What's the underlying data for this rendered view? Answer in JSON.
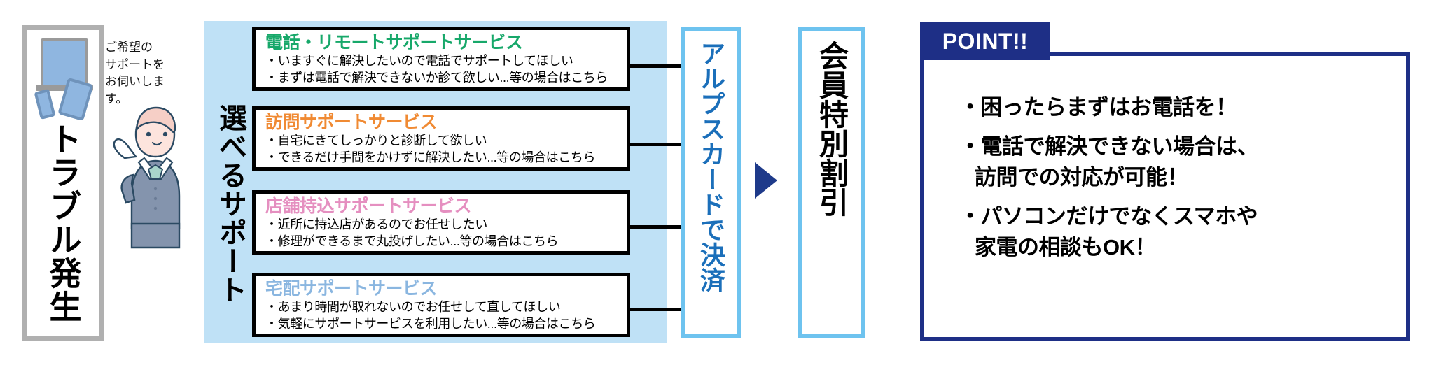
{
  "trouble": {
    "label": "トラブル発生",
    "icons": [
      "laptop-icon",
      "tablet-icon",
      "smartphone-icon"
    ]
  },
  "greeting": {
    "text": "ご希望の\nサポートを\nお伺いします。",
    "line1": "ご希望の",
    "line2": "サポートを",
    "line3": "お伺いします。",
    "character": "support-staff-illustration"
  },
  "choose": {
    "vertical_label": "選べるサポート",
    "panel_color": "#bfe1f6"
  },
  "services": [
    {
      "title": "電話・リモートサポートサービス",
      "title_color": "#17a86a",
      "lines": [
        "・いますぐに解決したいので電話でサポートしてほしい",
        "・まずは電話で解決できないか診て欲しい...等の場合はこちら"
      ]
    },
    {
      "title": "訪問サポートサービス",
      "title_color": "#f08a33",
      "lines": [
        "・自宅にきてしっかりと診断して欲しい",
        "・できるだけ手間をかけずに解決したい...等の場合はこちら"
      ]
    },
    {
      "title": "店舗持込サポートサービス",
      "title_color": "#e58fc0",
      "lines": [
        "・近所に持込店があるのでお任せしたい",
        "・修理ができるまで丸投げしたい...等の場合はこちら"
      ]
    },
    {
      "title": "宅配サポートサービス",
      "title_color": "#8ab6e0",
      "lines": [
        "・あまり時間が取れないのでお任せして直してほしい",
        "・気軽にサポートサービスを利用したい...等の場合はこちら"
      ]
    }
  ],
  "alps": {
    "label": "アルプスカードで決済",
    "color": "#1b6fba",
    "border_color": "#6ec3ef"
  },
  "arrow": {
    "name": "flow-arrow",
    "color": "#1e3a8a"
  },
  "member": {
    "label": "会員特別割引",
    "color": "#000000",
    "border_color": "#6ec3ef"
  },
  "point": {
    "tab_label": "POINT!!",
    "accent_color": "#1e2f86",
    "items": [
      {
        "main": "・困ったらまずはお電話を！",
        "cont": ""
      },
      {
        "main": "・電話で解決できない場合は、",
        "cont": "訪問での対応が可能！"
      },
      {
        "main": "・パソコンだけでなくスマホや",
        "cont": "家電の相談もOK！"
      }
    ]
  }
}
